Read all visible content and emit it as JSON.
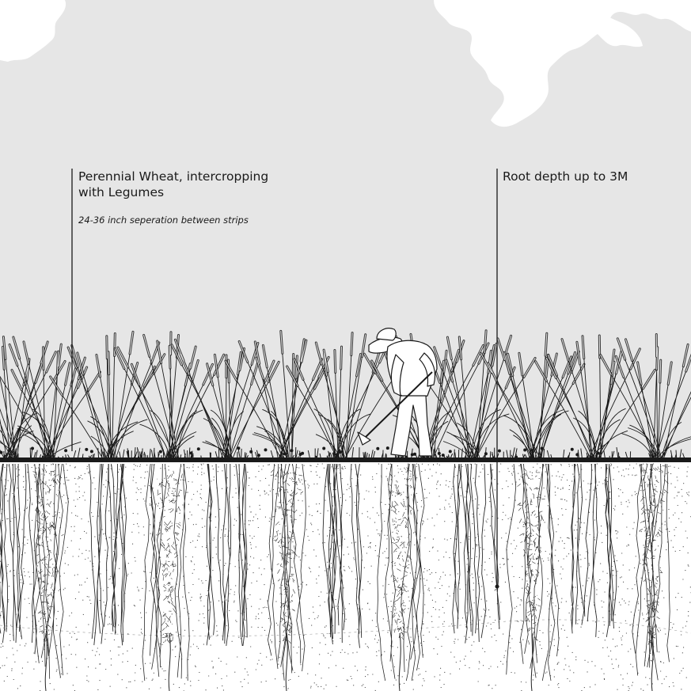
{
  "annotations": {
    "left_title_line1": "Perennial Wheat, intercropping",
    "left_title_line2": "with Legumes",
    "left_subtitle": "24-36 inch seperation between strips",
    "right_title": "Root depth up to 3M"
  },
  "colors": {
    "sky": "#e6e6e6",
    "soil": "#ffffff",
    "ink": "#1a1a1a",
    "cloud": "#ffffff"
  }
}
